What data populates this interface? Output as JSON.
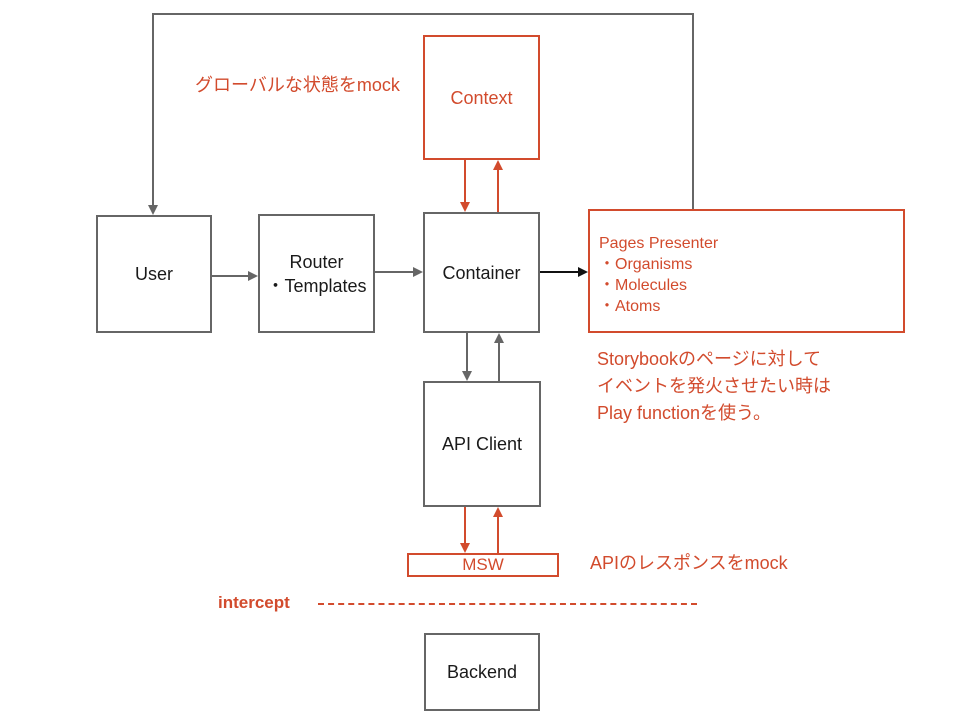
{
  "diagram": {
    "nodes": {
      "user": {
        "label": "User"
      },
      "router": {
        "label": "Router",
        "sub": "・Templates"
      },
      "container": {
        "label": "Container"
      },
      "context": {
        "label": "Context"
      },
      "api_client": {
        "label": "API Client"
      },
      "msw": {
        "label": "MSW"
      },
      "backend": {
        "label": "Backend"
      },
      "pages_presenter": {
        "title": "Pages Presenter",
        "items": [
          "・Organisms",
          "・Molecules",
          "・Atoms"
        ]
      }
    },
    "annotations": {
      "global_state_mock": "グローバルな状態をmock",
      "storybook_note_line1": "Storybookのページに対して",
      "storybook_note_line2": "イベントを発火させたい時は",
      "storybook_note_line3": "Play functionを使う。",
      "api_response_mock": "APIのレスポンスをmock",
      "intercept_label": "intercept"
    },
    "colors": {
      "accent_red": "#d24b2d",
      "line_gray": "#666666",
      "arrow_black": "#111111"
    }
  }
}
